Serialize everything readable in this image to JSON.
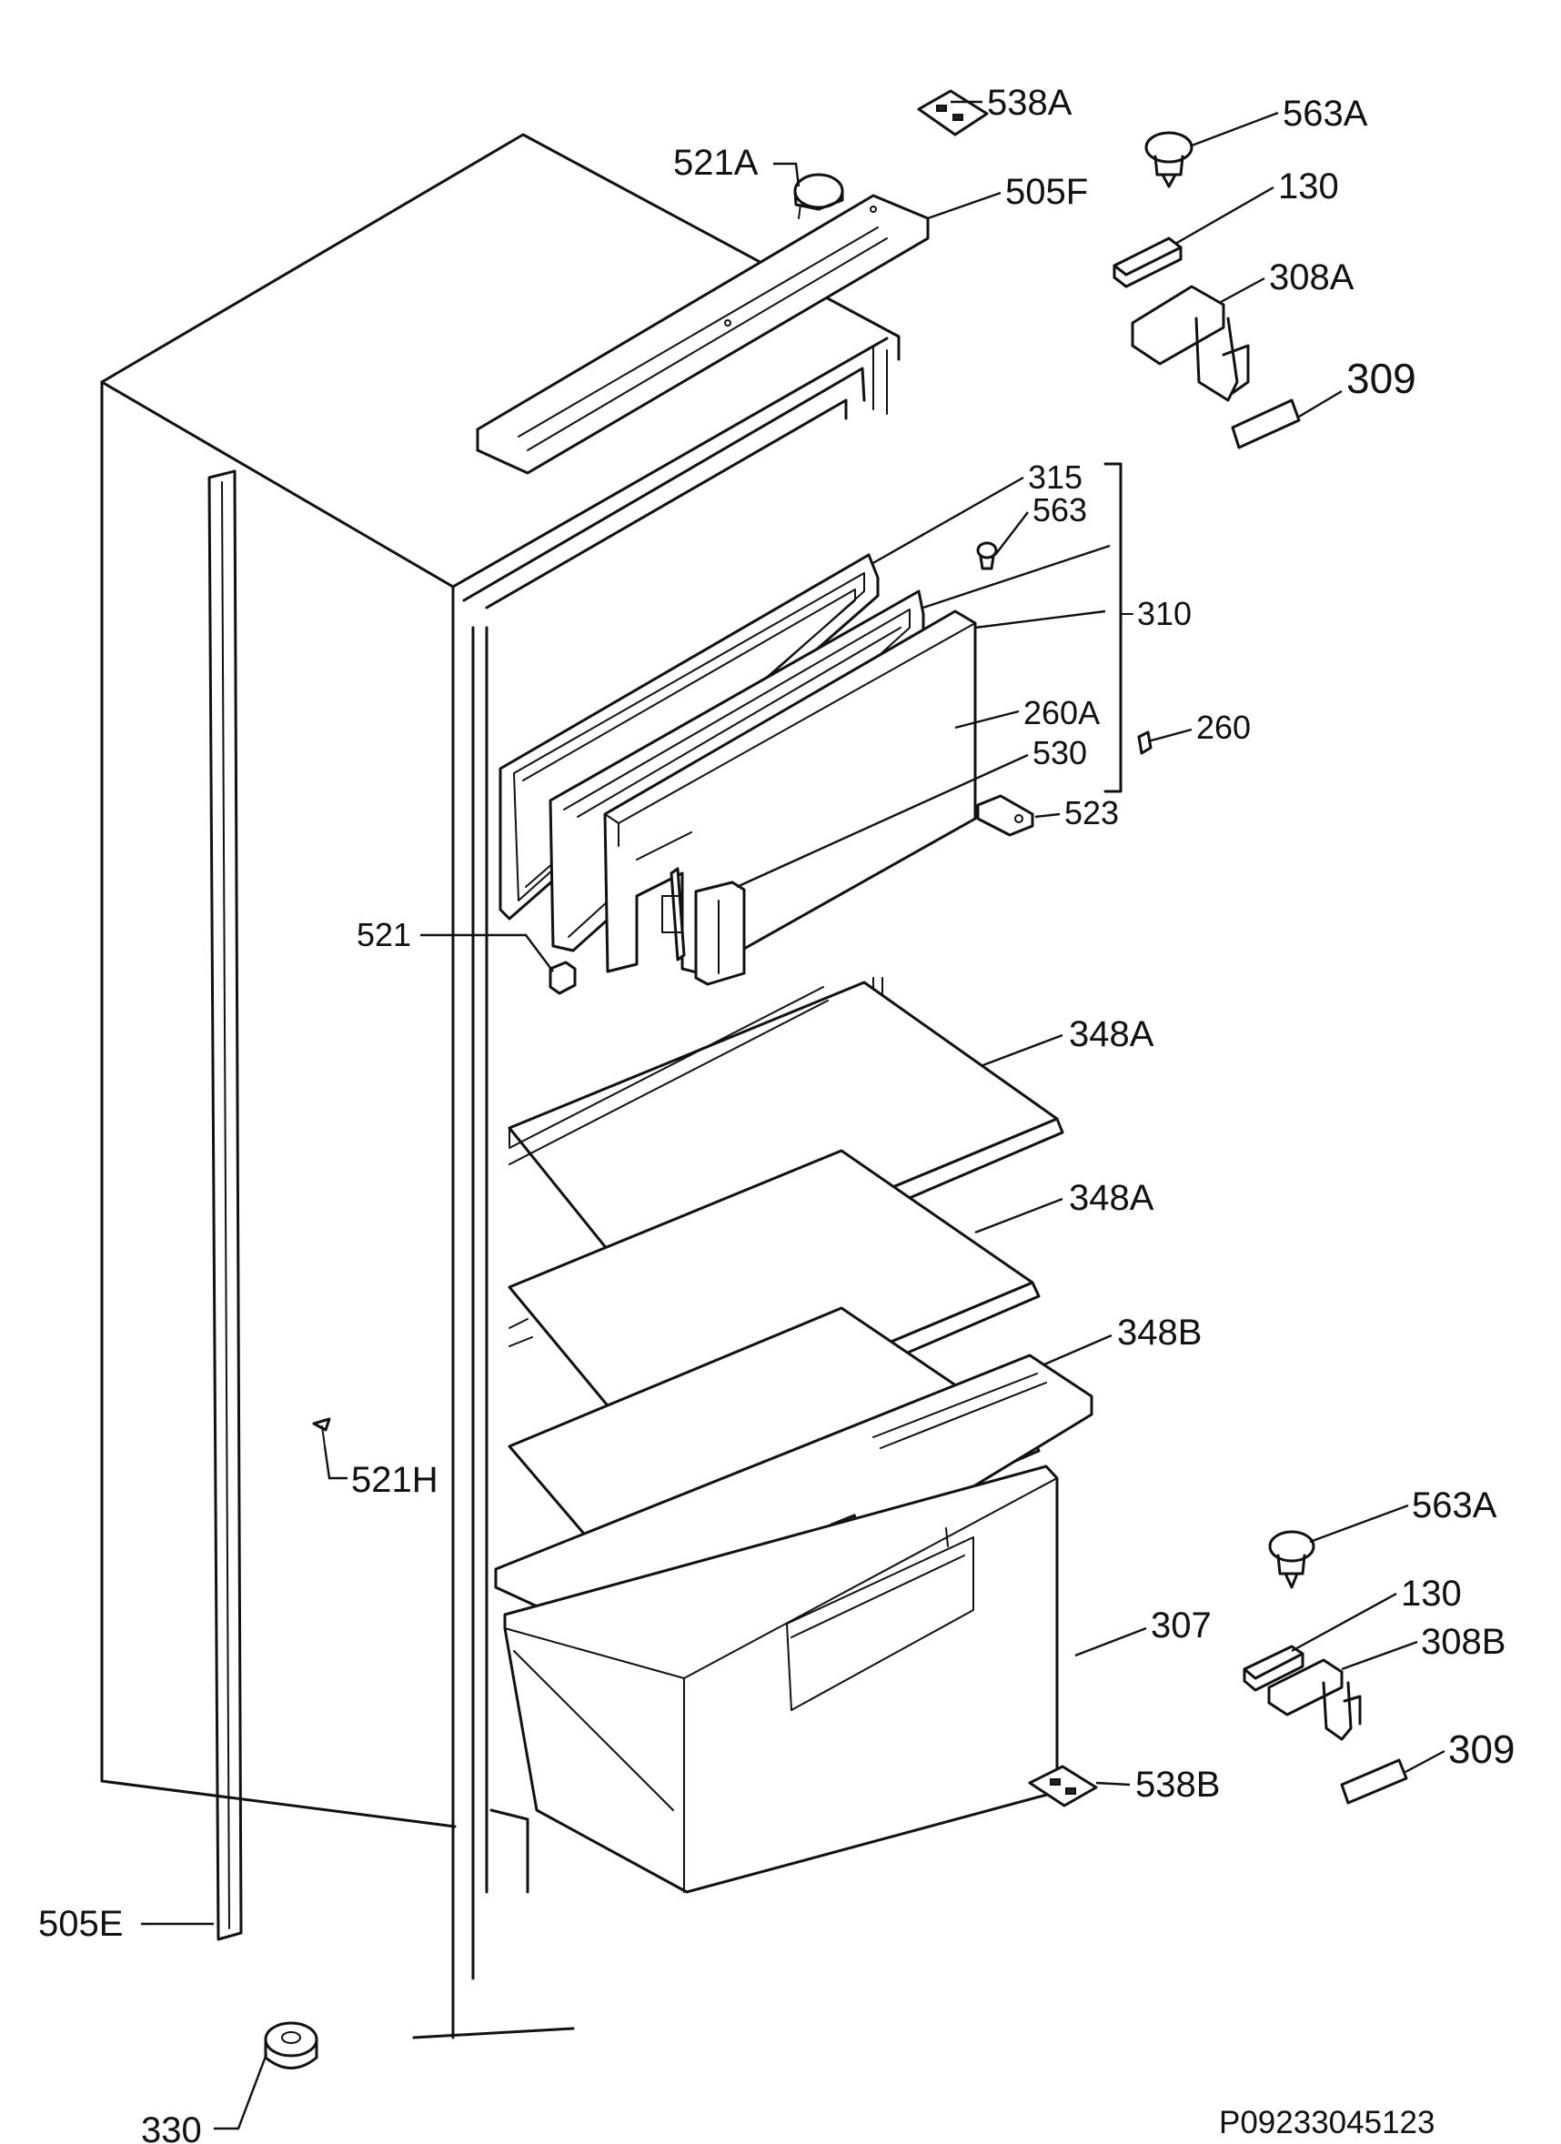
{
  "labels": [
    {
      "id": "538A",
      "text": "538A"
    },
    {
      "id": "563A-top",
      "text": "563A"
    },
    {
      "id": "521A",
      "text": "521A"
    },
    {
      "id": "505F",
      "text": "505F"
    },
    {
      "id": "130-top",
      "text": "130"
    },
    {
      "id": "308A",
      "text": "308A"
    },
    {
      "id": "309-top",
      "text": "309"
    },
    {
      "id": "315",
      "text": "315"
    },
    {
      "id": "563",
      "text": "563"
    },
    {
      "id": "310",
      "text": "310"
    },
    {
      "id": "260A",
      "text": "260A"
    },
    {
      "id": "260",
      "text": "260"
    },
    {
      "id": "530",
      "text": "530"
    },
    {
      "id": "523",
      "text": "523"
    },
    {
      "id": "521",
      "text": "521"
    },
    {
      "id": "348A-upper",
      "text": "348A"
    },
    {
      "id": "348A-lower",
      "text": "348A"
    },
    {
      "id": "348B",
      "text": "348B"
    },
    {
      "id": "521H",
      "text": "521H"
    },
    {
      "id": "563A-bottom",
      "text": "563A"
    },
    {
      "id": "130-bottom",
      "text": "130"
    },
    {
      "id": "307",
      "text": "307"
    },
    {
      "id": "308B",
      "text": "308B"
    },
    {
      "id": "309-bottom",
      "text": "309"
    },
    {
      "id": "538B",
      "text": "538B"
    },
    {
      "id": "505E",
      "text": "505E"
    },
    {
      "id": "330",
      "text": "330"
    }
  ],
  "drawing_code": "P09233045123"
}
